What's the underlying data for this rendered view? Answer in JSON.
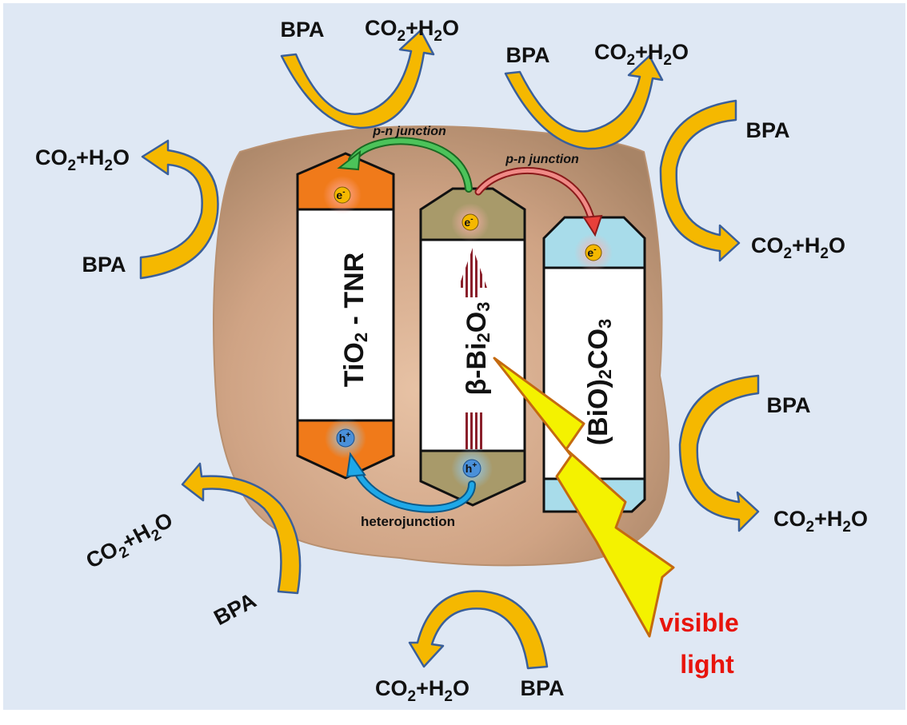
{
  "colors": {
    "background": "#dfe8f4",
    "particle": "#c49a7c",
    "tio2_band": "#f07a1a",
    "bi2o3_band": "#a89a6a",
    "bioco3_band": "#a8dcea",
    "arrow_gold": "#f5b800",
    "arrow_outline": "#3a5f9a",
    "pn_green": "#3db54a",
    "pn_red": "#e8403a",
    "hetero_blue": "#1ea8e8",
    "lightning": "#f4f200"
  },
  "labels": {
    "reactant": "BPA",
    "product": "CO₂+H₂O",
    "pn_junction": "p-n junction",
    "heterojunction": "heterojunction",
    "visible": "visible",
    "light": "light",
    "electron": "e",
    "electron_sup": "-",
    "hole": "h",
    "hole_sup": "+"
  },
  "semiconductors": {
    "tio2": "TiO₂ - TNR",
    "bi2o3": "β-Bi₂O₃",
    "bioco3": "(BiO)₂CO₃"
  }
}
